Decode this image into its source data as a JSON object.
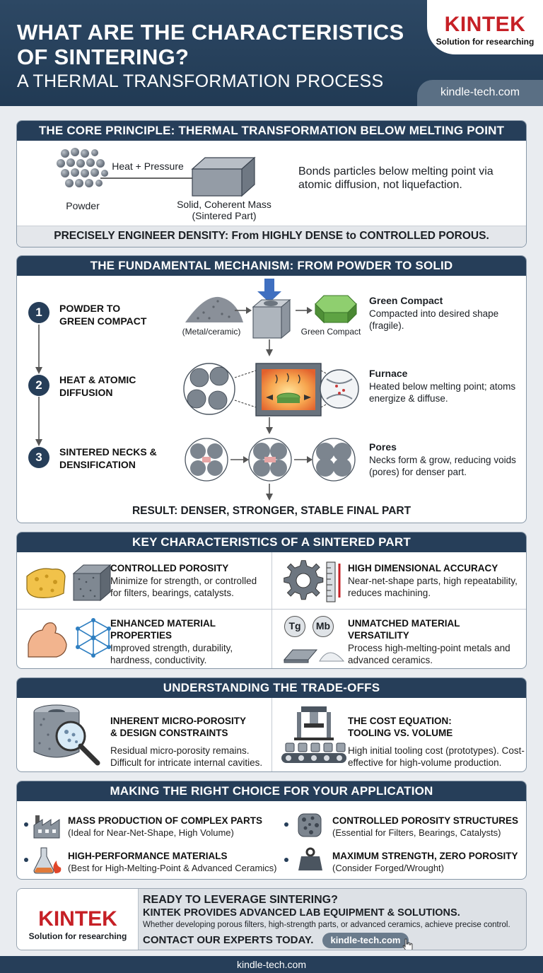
{
  "header": {
    "title": "WHAT ARE THE CHARACTERISTICS OF SINTERING?",
    "subtitle": "A THERMAL TRANSFORMATION PROCESS",
    "logo_word": "KINTEK",
    "logo_tagline": "Solution for researching",
    "site": "kindle-tech.com"
  },
  "core": {
    "heading": "THE CORE PRINCIPLE: THERMAL TRANSFORMATION BELOW MELTING POINT",
    "powder_label": "Powder",
    "arrow_label": "Heat + Pressure",
    "mass_label_1": "Solid, Coherent Mass",
    "mass_label_2": "(Sintered Part)",
    "description": "Bonds particles below melting point via atomic diffusion, not liquefaction.",
    "density_banner": "PRECISELY ENGINEER DENSITY: From HIGHLY DENSE to CONTROLLED POROUS."
  },
  "mechanism": {
    "heading": "THE FUNDAMENTAL MECHANISM: FROM POWDER TO SOLID",
    "steps": [
      {
        "num": "1",
        "title_1": "POWDER TO",
        "title_2": "GREEN COMPACT",
        "left_label": "(Metal/ceramic)",
        "right_label": "Green Compact",
        "desc_title": "Green Compact",
        "desc": "Compacted into desired shape (fragile)."
      },
      {
        "num": "2",
        "title_1": "HEAT & ATOMIC",
        "title_2": "DIFFUSION",
        "desc_title": "Furnace",
        "desc": "Heated below melting point; atoms energize & diffuse."
      },
      {
        "num": "3",
        "title_1": "SINTERED NECKS &",
        "title_2": "DENSIFICATION",
        "desc_title": "Pores",
        "desc": "Necks form & grow, reducing voids (pores) for denser part."
      }
    ],
    "result": "RESULT: DENSER, STRONGER, STABLE FINAL PART"
  },
  "characteristics": {
    "heading": "KEY CHARACTERISTICS OF A SINTERED PART",
    "items": [
      {
        "title": "CONTROLLED POROSITY",
        "text": "Minimize for strength, or controlled for filters, bearings, catalysts."
      },
      {
        "title": "HIGH DIMENSIONAL ACCURACY",
        "text": "Near-net-shape parts, high repeatability, reduces machining."
      },
      {
        "title": "ENHANCED MATERIAL PROPERTIES",
        "text": "Improved strength, durability, hardness, conductivity."
      },
      {
        "title": "UNMATCHED MATERIAL VERSATILITY",
        "text": "Process high-melting-point metals and advanced ceramics."
      }
    ],
    "badge_tg": "Tg",
    "badge_mb": "Mb"
  },
  "tradeoffs": {
    "heading": "UNDERSTANDING THE TRADE-OFFS",
    "items": [
      {
        "title_1": "INHERENT MICRO-POROSITY",
        "title_2": "& DESIGN CONSTRAINTS",
        "text": "Residual micro-porosity remains. Difficult for intricate internal cavities."
      },
      {
        "title_1": "THE COST EQUATION:",
        "title_2": "TOOLING VS. VOLUME",
        "text": "High initial tooling cost (prototypes). Cost-effective for high-volume production."
      }
    ]
  },
  "choice": {
    "heading": "MAKING THE RIGHT CHOICE FOR YOUR APPLICATION",
    "items": [
      {
        "title": "MASS PRODUCTION OF COMPLEX PARTS",
        "sub": "(Ideal for Near-Net-Shape, High Volume)"
      },
      {
        "title": "CONTROLLED POROSITY STRUCTURES",
        "sub": "(Essential for Filters, Bearings, Catalysts)"
      },
      {
        "title": "HIGH-PERFORMANCE MATERIALS",
        "sub": "(Best for High-Melting-Point & Advanced Ceramics)"
      },
      {
        "title": "MAXIMUM STRENGTH, ZERO POROSITY",
        "sub": "(Consider Forged/Wrought)"
      }
    ]
  },
  "cta": {
    "logo_word": "KINTEK",
    "logo_tagline": "Solution for researching",
    "line_1": "READY TO LEVERAGE SINTERING?",
    "line_2": "KINTEK PROVIDES ADVANCED LAB EQUIPMENT & SOLUTIONS.",
    "line_3": "Whether developing porous filters, high-strength parts, or advanced ceramics, achieve precise control.",
    "line_4": "CONTACT OUR EXPERTS TODAY.",
    "button": "kindle-tech.com"
  },
  "footer": {
    "site": "kindle-tech.com"
  },
  "colors": {
    "navy": "#263e59",
    "kintek_red": "#c62026",
    "green_compact": "#6aa84f"
  }
}
